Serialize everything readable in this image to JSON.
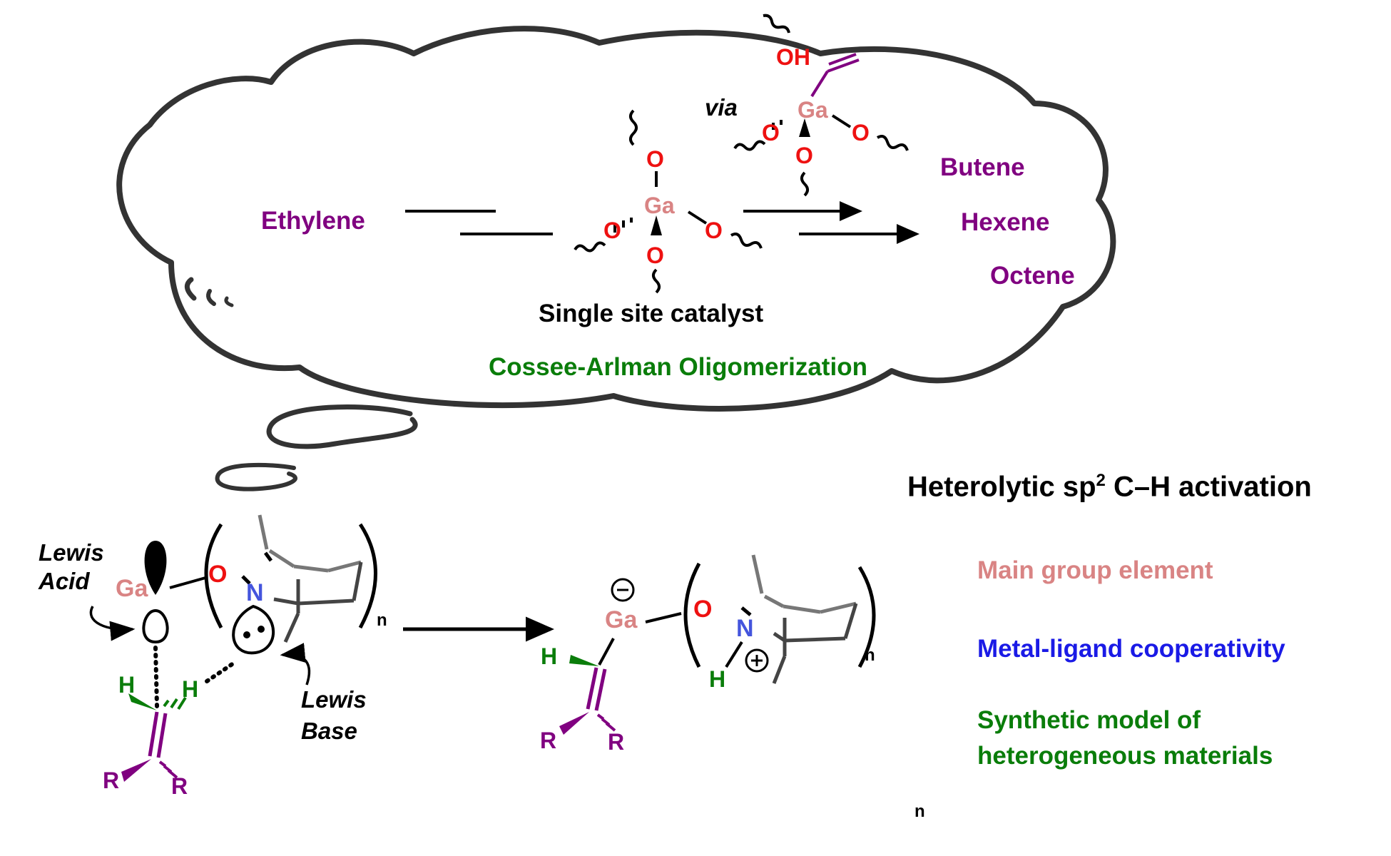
{
  "cloud": {
    "reactant": "Ethylene",
    "products": [
      "Butene",
      "Hexene",
      "Octene"
    ],
    "catalyst_label": "Single site catalyst",
    "via": "via",
    "reaction_name": "Cossee-Arlman Oligomerization",
    "atoms": {
      "ga": "Ga",
      "o": "O",
      "oh": "OH"
    }
  },
  "bottom": {
    "heading_main": "Heterolytic sp",
    "heading_sup": "2",
    "heading_end": " C–H activation",
    "features": [
      "Main group element",
      "Metal-ligand cooperativity",
      "Synthetic model of",
      "heterogeneous materials"
    ],
    "lewis_acid": [
      "Lewis",
      "Acid"
    ],
    "lewis_base": [
      "Lewis",
      "Base"
    ],
    "atoms": {
      "ga": "Ga",
      "o": "O",
      "n": "N",
      "h": "H",
      "r": "R"
    },
    "subscript_n": "n"
  },
  "colors": {
    "ga": "#d98484",
    "oxygen": "#ee1111",
    "nitrogen": "#4455dd",
    "alkene": "#800080",
    "hydrogen": "#0a7d0a",
    "cooperativity": "#1a1ae6"
  }
}
